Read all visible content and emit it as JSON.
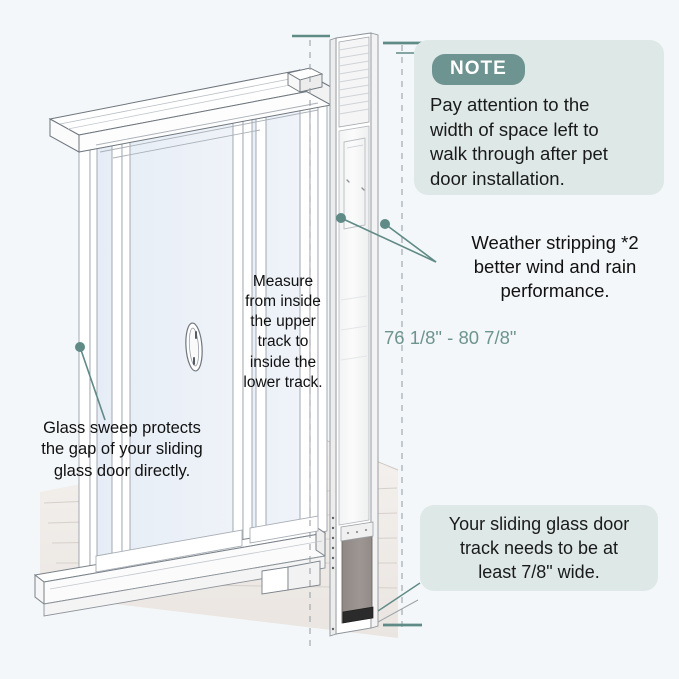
{
  "background_color": "#f4f7f9",
  "accent_color": "#6d9490",
  "callout_bg_color": "#dde8e7",
  "note": {
    "badge_label": "NOTE",
    "line1": "Pay attention to the",
    "line2": "width of space left to",
    "line3": "walk through after pet",
    "line4": "door installation."
  },
  "weather": {
    "line1": "Weather stripping *2",
    "line2": "better wind and rain",
    "line3": "performance."
  },
  "dimension": {
    "height_range_label": "76 1/8\" - 80 7/8\""
  },
  "measure": {
    "line1": "Measure",
    "line2": "from inside",
    "line3": "the upper",
    "line4": "track to",
    "line5": "inside the",
    "line6": "lower track."
  },
  "sweep": {
    "line1": "Glass sweep protects",
    "line2": "the gap of your sliding",
    "line3": "glass door directly."
  },
  "track_note": {
    "line1": "Your sliding glass door",
    "line2": "track needs to be at",
    "line3": "least 7/8\" wide."
  },
  "illustration": {
    "description": "isometric line drawing of a sliding glass patio door with an installed pet door insert panel",
    "glass_color": "#e9eff7",
    "frame_color": "#ffffff",
    "frame_stroke": "#8a9097",
    "flap_color": "#97908c",
    "louver_color": "#f3f3f3",
    "deck_color": "#f0ece9"
  }
}
